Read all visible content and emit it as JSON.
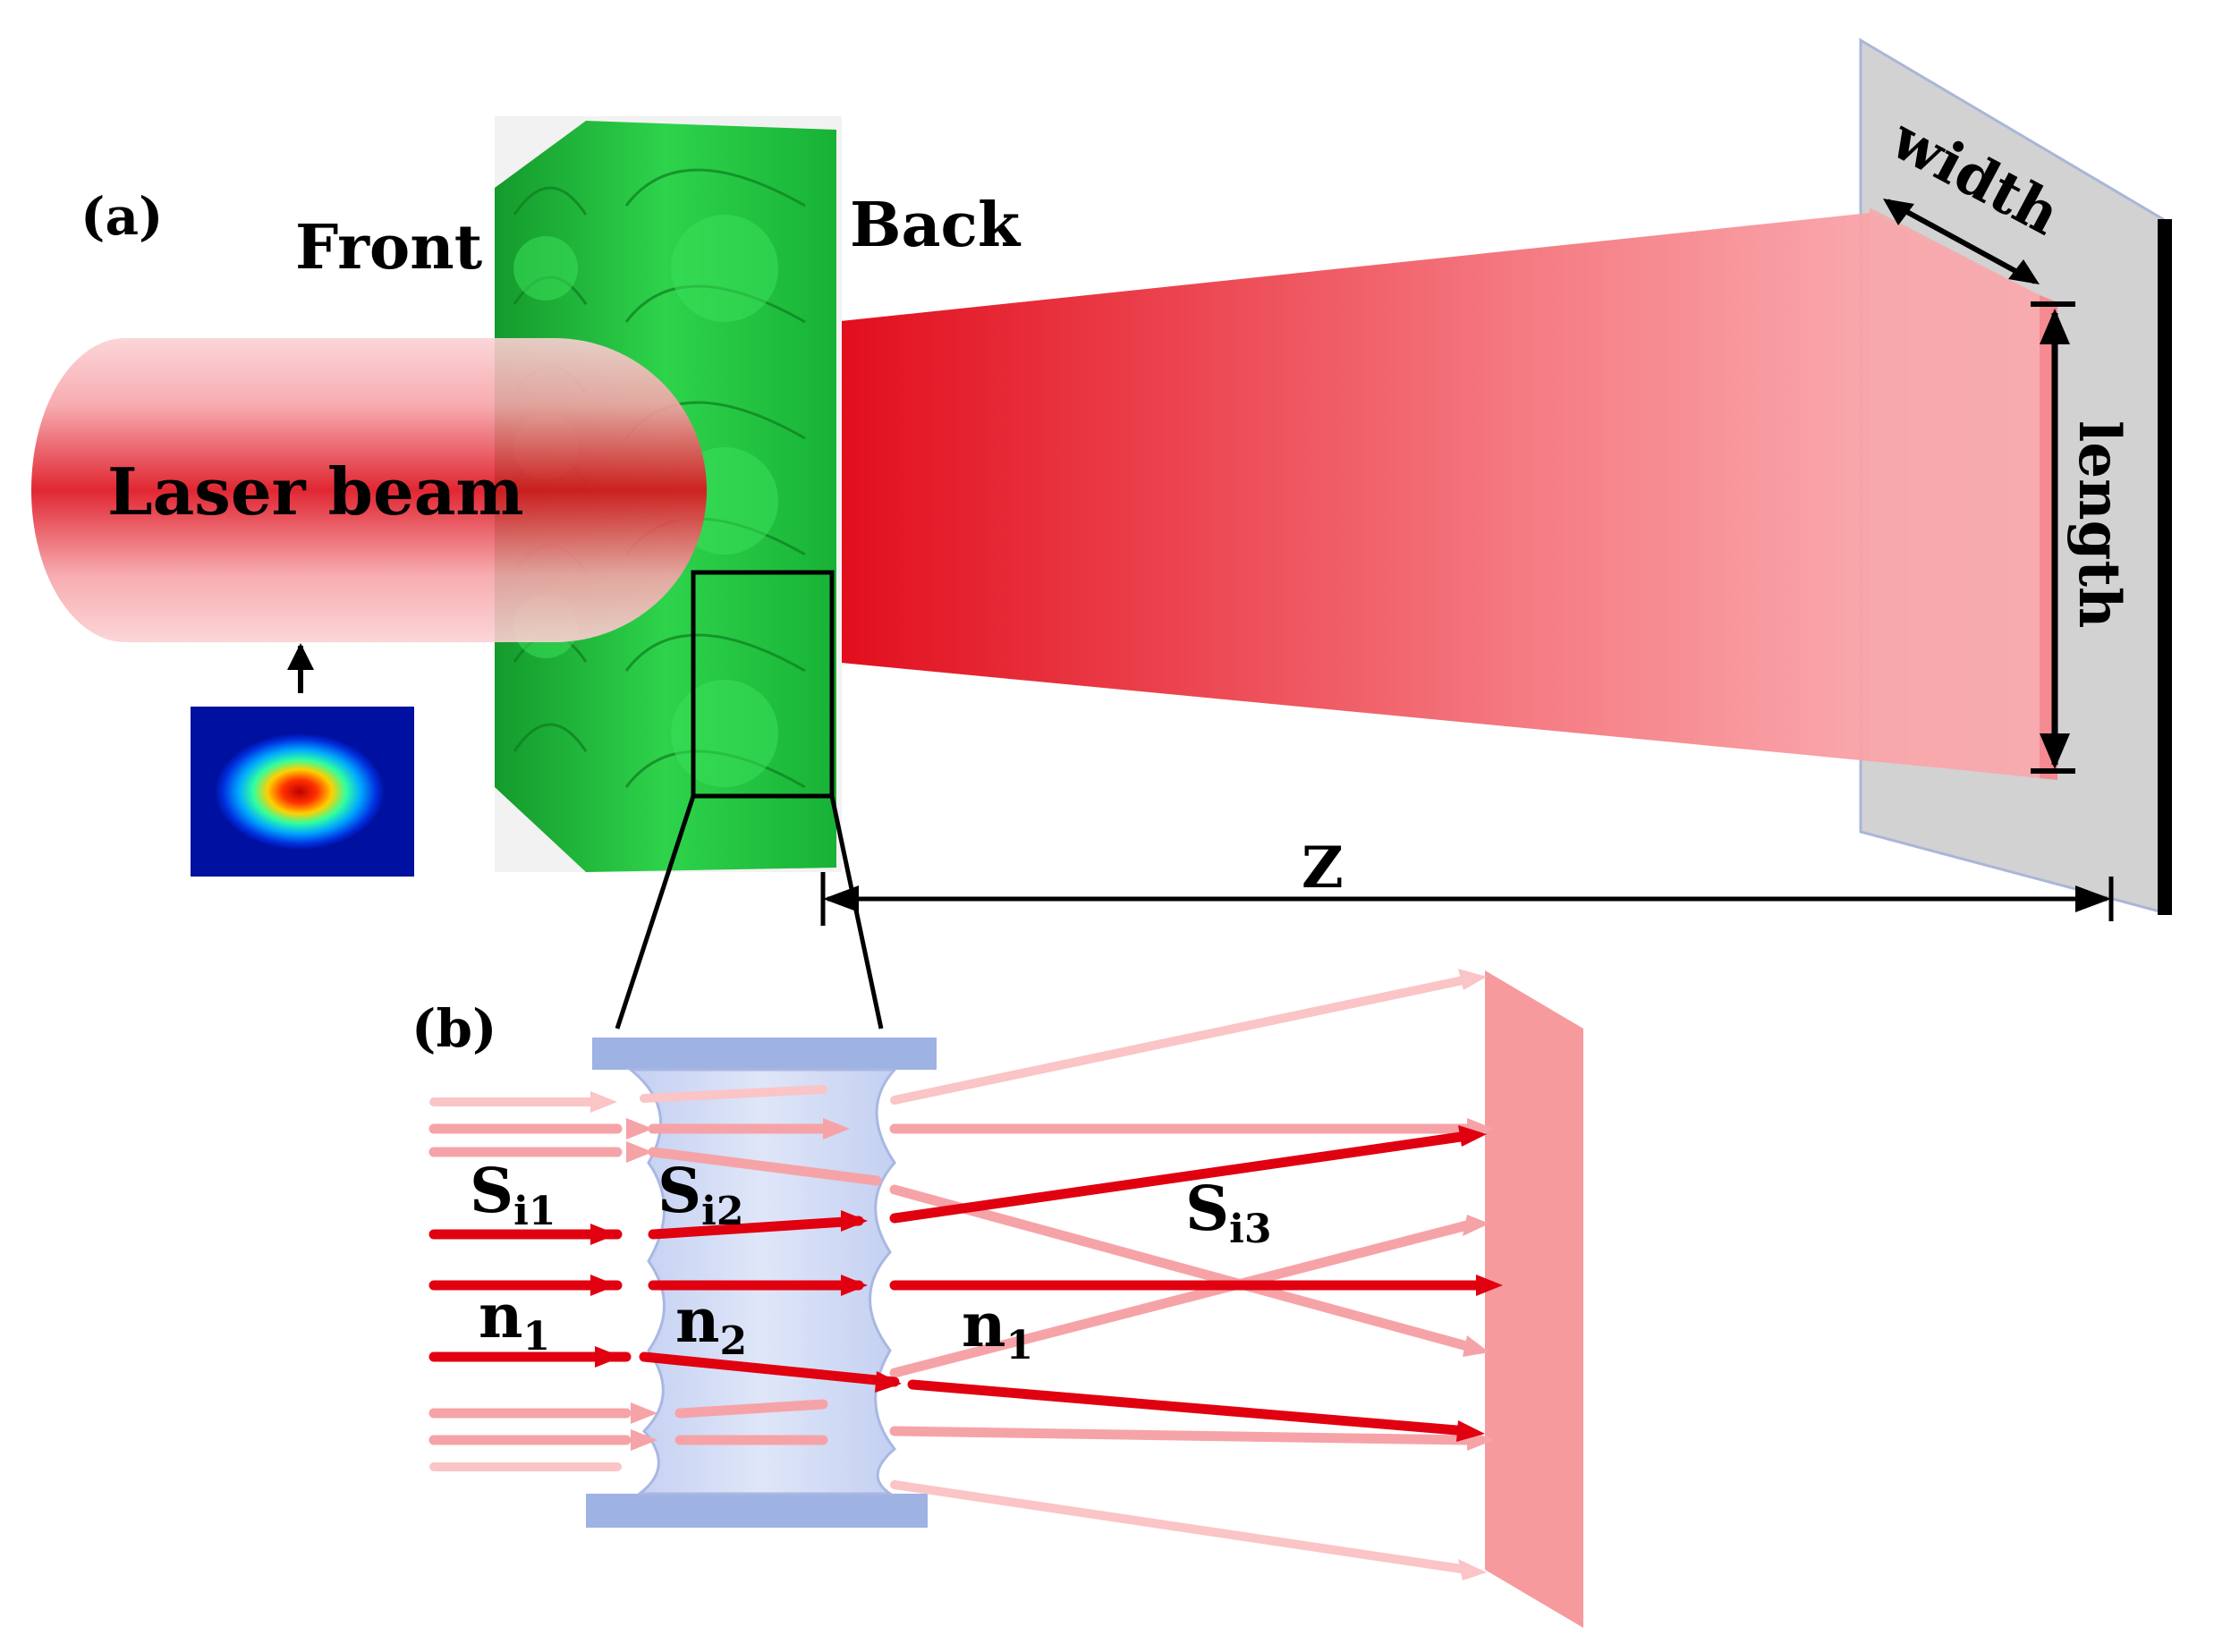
{
  "panel_a": {
    "tag": "(a)",
    "front_label": "Front",
    "back_label": "Back",
    "beam_label": "Laser beam",
    "width_label": "width",
    "length_label": "length",
    "distance_label": "Z"
  },
  "panel_b": {
    "tag": "(b)",
    "surface_1": {
      "base": "S",
      "sub": "i1"
    },
    "surface_2": {
      "base": "S",
      "sub": "i2"
    },
    "surface_3": {
      "base": "S",
      "sub": "i3"
    },
    "index_1_left": {
      "base": "n",
      "sub": "1"
    },
    "index_2": {
      "base": "n",
      "sub": "2"
    },
    "index_1_right": {
      "base": "n",
      "sub": "1"
    }
  },
  "colors": {
    "beam_red": "#e00010",
    "beam_pink": "#f6a3a8",
    "element_green": "#1fc43c",
    "lens_blue": "#9fb2e4",
    "screen_grey": "#d2d2d2",
    "target_pink": "#f79a9d"
  }
}
